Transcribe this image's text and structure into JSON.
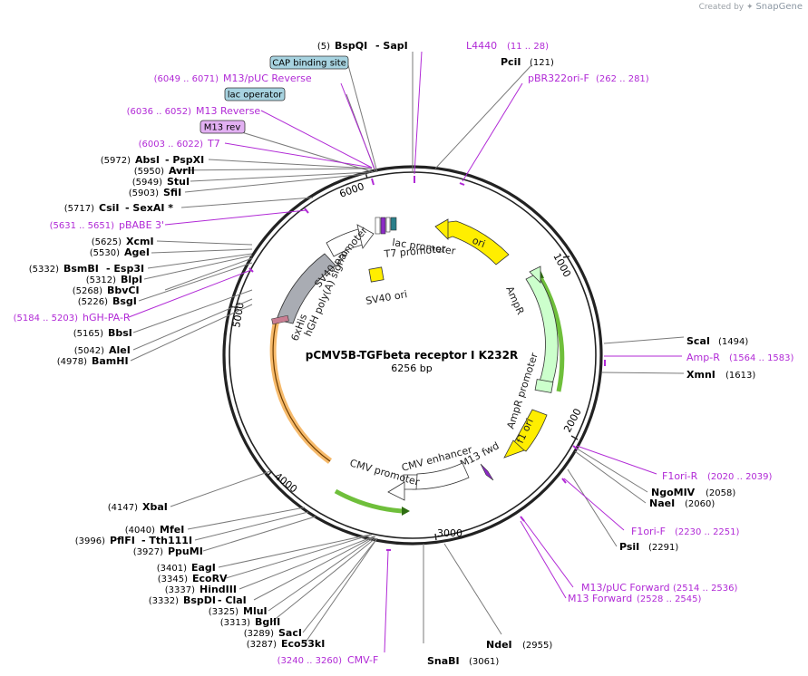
{
  "watermark": {
    "created_by": "Created by",
    "brand": "SnapGene"
  },
  "plasmid": {
    "name": "pCMV5B-TGFbeta receptor I K232R",
    "size": "6256 bp",
    "length": 6256
  },
  "colors": {
    "primer": "#b12ad6",
    "backbone": "#222222",
    "yellow": "#ffee00",
    "green_feature": "#ccffcc",
    "grey_feature": "#a9acb3",
    "promoter_white": "#ffffff",
    "orange_highlight": "#f5b25b",
    "green_highlight": "#6fbf3b"
  },
  "ticks": [
    {
      "label": "1000",
      "pos": 1000
    },
    {
      "label": "2000",
      "pos": 2000
    },
    {
      "label": "3000",
      "pos": 3000
    },
    {
      "label": "4000",
      "pos": 4000
    },
    {
      "label": "5000",
      "pos": 5000
    },
    {
      "label": "6000",
      "pos": 6000
    }
  ],
  "enzymes_left": [
    {
      "pos": "(5)",
      "name": "BspQI",
      "extra": "- SapI"
    },
    {
      "pos": "(5972)",
      "name": "AbsI",
      "extra": "- PspXI"
    },
    {
      "pos": "(5950)",
      "name": "AvrII",
      "extra": ""
    },
    {
      "pos": "(5949)",
      "name": "StuI",
      "extra": ""
    },
    {
      "pos": "(5903)",
      "name": "SfiI",
      "extra": ""
    },
    {
      "pos": "(5717)",
      "name": "CsiI",
      "extra": "- SexAI *"
    },
    {
      "pos": "(5625)",
      "name": "XcmI",
      "extra": ""
    },
    {
      "pos": "(5530)",
      "name": "AgeI",
      "extra": ""
    },
    {
      "pos": "(5332)",
      "name": "BsmBI",
      "extra": "- Esp3I"
    },
    {
      "pos": "(5312)",
      "name": "BlpI",
      "extra": ""
    },
    {
      "pos": "(5268)",
      "name": "BbvCI",
      "extra": ""
    },
    {
      "pos": "(5226)",
      "name": "BsgI",
      "extra": ""
    },
    {
      "pos": "(5165)",
      "name": "BbsI",
      "extra": ""
    },
    {
      "pos": "(5042)",
      "name": "AleI",
      "extra": ""
    },
    {
      "pos": "(4978)",
      "name": "BamHI",
      "extra": ""
    },
    {
      "pos": "(4147)",
      "name": "XbaI",
      "extra": ""
    },
    {
      "pos": "(4040)",
      "name": "MfeI",
      "extra": ""
    },
    {
      "pos": "(3996)",
      "name": "PflFI",
      "extra": "- Tth111I"
    },
    {
      "pos": "(3927)",
      "name": "PpuMI",
      "extra": ""
    },
    {
      "pos": "(3401)",
      "name": "EagI",
      "extra": ""
    },
    {
      "pos": "(3345)",
      "name": "EcoRV",
      "extra": ""
    },
    {
      "pos": "(3337)",
      "name": "HindIII",
      "extra": ""
    },
    {
      "pos": "(3332)",
      "name": "BspDI",
      "extra": "- ClaI"
    },
    {
      "pos": "(3325)",
      "name": "MluI",
      "extra": ""
    },
    {
      "pos": "(3313)",
      "name": "BglII",
      "extra": ""
    },
    {
      "pos": "(3289)",
      "name": "SacI",
      "extra": ""
    },
    {
      "pos": "(3287)",
      "name": "Eco53kI",
      "extra": ""
    }
  ],
  "enzymes_right": [
    {
      "name": "PciI",
      "pos": "(121)"
    },
    {
      "name": "ScaI",
      "pos": "(1494)"
    },
    {
      "name": "XmnI",
      "pos": "(1613)"
    },
    {
      "name": "NgoMIV",
      "pos": "(2058)"
    },
    {
      "name": "NaeI",
      "pos": "(2060)"
    },
    {
      "name": "PsiI",
      "pos": "(2291)"
    },
    {
      "name": "NdeI",
      "pos": "(2955)"
    },
    {
      "name": "SnaBI",
      "pos": "(3061)"
    }
  ],
  "primers": [
    {
      "name": "L4440",
      "range": "(11 .. 28)"
    },
    {
      "name": "pBR322ori-F",
      "range": "(262 .. 281)"
    },
    {
      "name": "M13/pUC Reverse",
      "range": "(6049 .. 6071)"
    },
    {
      "name": "M13 Reverse",
      "range": "(6036 .. 6052)"
    },
    {
      "name": "T7",
      "range": "(6003 .. 6022)"
    },
    {
      "name": "pBABE 3'",
      "range": "(5631 .. 5651)"
    },
    {
      "name": "hGH-PA-R",
      "range": "(5184 .. 5203)"
    },
    {
      "name": "Amp-R",
      "range": "(1564 .. 1583)"
    },
    {
      "name": "F1ori-R",
      "range": "(2020 .. 2039)"
    },
    {
      "name": "F1ori-F",
      "range": "(2230 .. 2251)"
    },
    {
      "name": "M13/pUC Forward",
      "range": "(2514 .. 2536)"
    },
    {
      "name": "M13 Forward",
      "range": "(2528 .. 2545)"
    },
    {
      "name": "CMV-F",
      "range": "(3240 .. 3260)"
    }
  ],
  "boxed_labels": {
    "cap": "CAP binding site",
    "lac_op": "lac operator",
    "m13rev": "M13 rev"
  },
  "features": {
    "ori": "ori",
    "ampr": "AmpR",
    "ampr_promoter": "AmpR promoter",
    "f1_ori": "f1 ori",
    "m13_fwd": "M13 fwd",
    "cmv_enhancer": "CMV enhancer",
    "cmv_promoter": "CMV promoter",
    "his": "6xHis",
    "hgh": "hGH poly(A) signal",
    "sv40_promoter": "SV40 promoter",
    "sv40_ori": "SV40 ori",
    "lac_promoter": "lac promoter",
    "t7_promoter": "T7 promoter"
  }
}
